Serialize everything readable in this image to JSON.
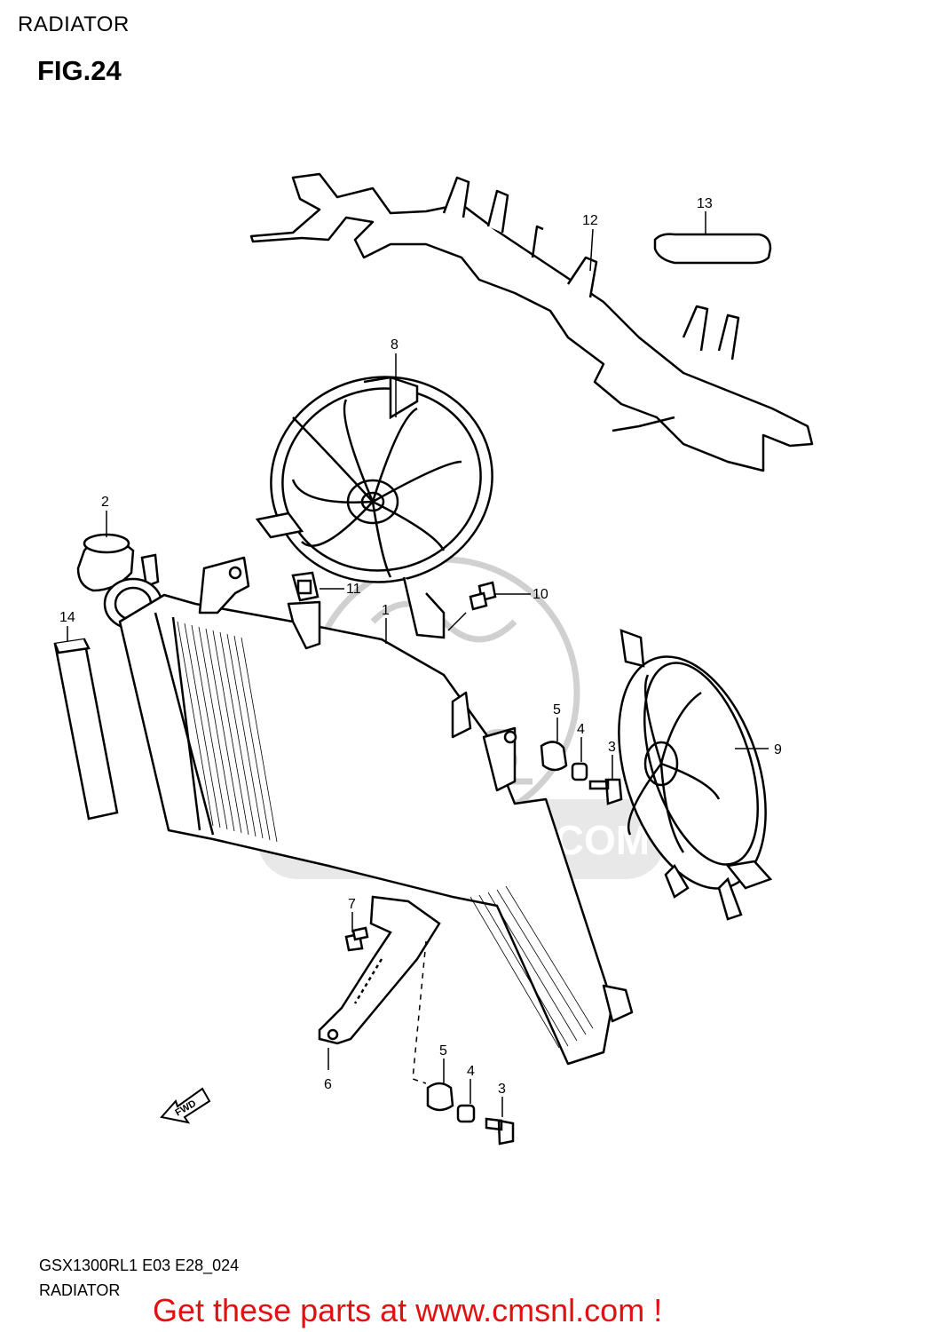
{
  "header": {
    "section_title": "RADIATOR",
    "figure_label": "FIG.24"
  },
  "parts": [
    {
      "ref": "1"
    },
    {
      "ref": "2"
    },
    {
      "ref": "3"
    },
    {
      "ref": "4"
    },
    {
      "ref": "5"
    },
    {
      "ref": "6"
    },
    {
      "ref": "7"
    },
    {
      "ref": "8"
    },
    {
      "ref": "9"
    },
    {
      "ref": "10"
    },
    {
      "ref": "11"
    },
    {
      "ref": "12"
    },
    {
      "ref": "13"
    },
    {
      "ref": "14"
    }
  ],
  "watermark": {
    "text": "WWW.CMSNL.COM",
    "logo_text": "CMS"
  },
  "direction_marker": "FWD",
  "footer": {
    "model_code": "GSX1300RL1 E03 E28_024",
    "section_name": "RADIATOR",
    "cta_text": "Get these parts at www.cmsnl.com !",
    "cta_color": "#e21111"
  }
}
